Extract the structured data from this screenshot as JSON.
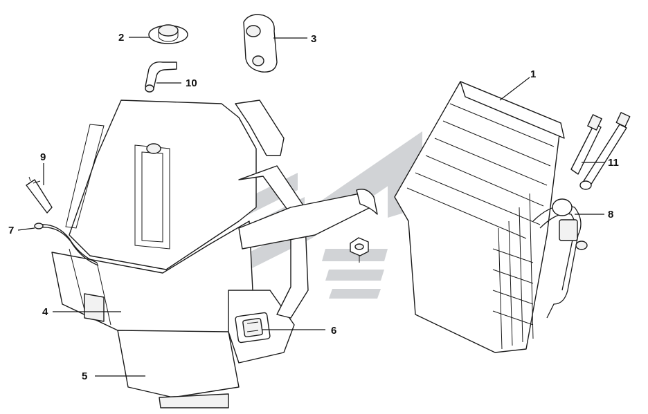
{
  "colors": {
    "line": "#1a1a1a",
    "watermark": "#c9cccf",
    "background": "#ffffff"
  },
  "callouts": [
    {
      "id": "1",
      "label": "1"
    },
    {
      "id": "2",
      "label": "2"
    },
    {
      "id": "3",
      "label": "3"
    },
    {
      "id": "4",
      "label": "4"
    },
    {
      "id": "5",
      "label": "5"
    },
    {
      "id": "6",
      "label": "6"
    },
    {
      "id": "7",
      "label": "7"
    },
    {
      "id": "8",
      "label": "8"
    },
    {
      "id": "9",
      "label": "9"
    },
    {
      "id": "10",
      "label": "10"
    },
    {
      "id": "11",
      "label": "11"
    }
  ]
}
